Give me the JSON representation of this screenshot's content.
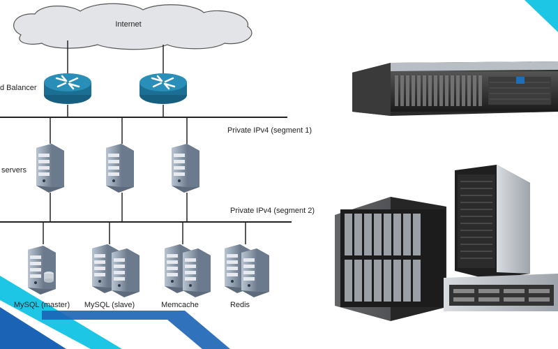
{
  "diagram": {
    "internet_label": "Internet",
    "load_balancer_label": "d Balancer",
    "segment1_label": "Private IPv4 (segment 1)",
    "segment2_label": "Private IPv4 (segment 2)",
    "servers_label": "servers",
    "db_nodes": [
      {
        "label": "MySQL (master)"
      },
      {
        "label": "MySQL (slave)"
      },
      {
        "label": "Memcache"
      },
      {
        "label": "Redis"
      }
    ]
  },
  "colors": {
    "router": "#1f7fa6",
    "server": "#8e9cad",
    "accent_blue": "#1a63b5",
    "accent_cyan": "#1ec6e6",
    "line": "#222222"
  }
}
